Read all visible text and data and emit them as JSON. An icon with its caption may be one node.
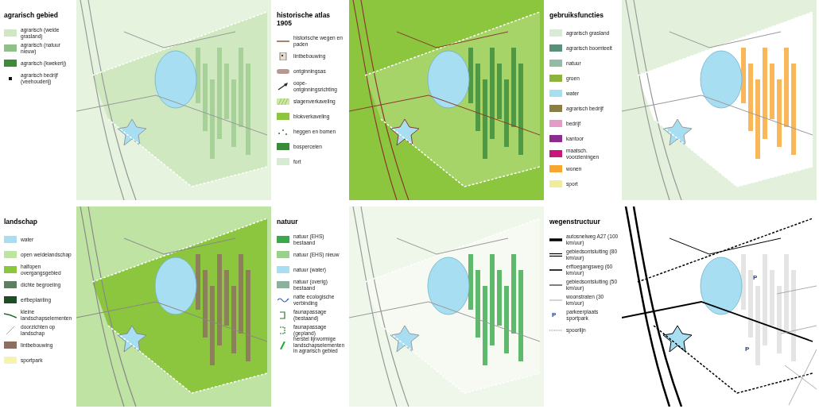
{
  "diagram": {
    "labels": [
      "agrarisch gebied",
      "historische atlas 1905",
      "gebruiksfuncties",
      "landschap",
      "natuur",
      "wegenstructuur",
      "P",
      "P",
      "P"
    ],
    "legend": [
      {
        "text": "agrarisch (weide grasland)",
        "color": "#cfe8c0"
      },
      {
        "text": "agrarisch (natuur nieuw)",
        "color": "#8fc08a"
      },
      {
        "text": "agrarisch (kwekerij)",
        "color": "#3f8a3a"
      },
      {
        "text": "agrarisch bedrijf (veehouderij)"
      },
      {
        "text": "historische wegen en paden"
      },
      {
        "text": "lintbebouwing"
      },
      {
        "text": "ontginningsas"
      },
      {
        "text": "oope-ontginningsrichting"
      },
      {
        "text": "slagenverkaveling"
      },
      {
        "text": "blokverkaveling",
        "color": "#8cc63f"
      },
      {
        "text": "heggen en bomen"
      },
      {
        "text": "bospercelen",
        "color": "#3a8a3c"
      },
      {
        "text": "fort",
        "color": "#d6ecd2"
      },
      {
        "text": "agrarisch grasland",
        "color": "#d8ecd4"
      },
      {
        "text": "agrarisch boomteelt",
        "color": "#5a8f78"
      },
      {
        "text": "natuur",
        "color": "#93bba5"
      },
      {
        "text": "groen",
        "color": "#8cb33e"
      },
      {
        "text": "water",
        "color": "#a8def2"
      },
      {
        "text": "agrarisch bedrijf",
        "color": "#8a7d45"
      },
      {
        "text": "bedrijf",
        "color": "#e59bc7"
      },
      {
        "text": "kantoor",
        "color": "#8b2c8e"
      },
      {
        "text": "maatsch. voorzieningen",
        "color": "#c8177a"
      },
      {
        "text": "wonen",
        "color": "#f9a531"
      },
      {
        "text": "sport",
        "color": "#eeee99"
      },
      {
        "text": "water",
        "color": "#a8def2"
      },
      {
        "text": "open weidelandschap",
        "color": "#bfe3a3"
      },
      {
        "text": "halfopen overgangsgebied",
        "color": "#8cc63f"
      },
      {
        "text": "dichte begroeiing",
        "color": "#5e7e62"
      },
      {
        "text": "erfbeplanting",
        "color": "#1f4d23"
      },
      {
        "text": "kleine landschapselementen"
      },
      {
        "text": "doorzichten op landschap"
      },
      {
        "text": "lintbebouwing",
        "color": "#8c6e63"
      },
      {
        "text": "sportpark",
        "color": "#f6f3b0"
      },
      {
        "text": "natuur (EHS) bestaand",
        "color": "#3aa94a"
      },
      {
        "text": "natuur (EHS) nieuw",
        "color": "#9ccf8e"
      },
      {
        "text": "natuur (water)",
        "color": "#a8def2"
      },
      {
        "text": "natuur (overig) bestaand",
        "color": "#8cb09c"
      },
      {
        "text": "natte ecologische verbinding"
      },
      {
        "text": "faunapassage (bestaand)"
      },
      {
        "text": "faunapassage (gepland)"
      },
      {
        "text": "herstel lijnvormige landschapselementen in agrarisch gebied"
      },
      {
        "text": "autosnelweg A27 (100 km/uur)"
      },
      {
        "text": "gebiedsontsluiting (80 km/uur)"
      },
      {
        "text": "erftoegangsweg (60 km/uur)"
      },
      {
        "text": "gebiedsontsluiting (50 km/uur)"
      },
      {
        "text": "woonstraten (30 km/uur)"
      },
      {
        "text": "parkeerplaats sportpark"
      },
      {
        "text": "spoorlijn"
      }
    ]
  }
}
